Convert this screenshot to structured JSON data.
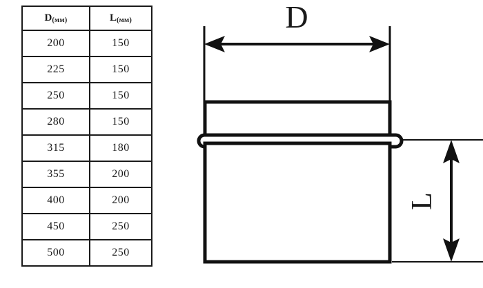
{
  "table": {
    "headers": [
      {
        "symbol": "D",
        "unit": "(мм)"
      },
      {
        "symbol": "L",
        "unit": "(мм)"
      }
    ],
    "rows": [
      {
        "d": "200",
        "l": "150"
      },
      {
        "d": "225",
        "l": "150"
      },
      {
        "d": "250",
        "l": "150"
      },
      {
        "d": "280",
        "l": "150"
      },
      {
        "d": "315",
        "l": "180"
      },
      {
        "d": "355",
        "l": "200"
      },
      {
        "d": "400",
        "l": "200"
      },
      {
        "d": "450",
        "l": "250"
      },
      {
        "d": "500",
        "l": "250"
      }
    ]
  },
  "drawing": {
    "dimension_d_label": "D",
    "dimension_l_label": "L",
    "line_color": "#111111",
    "background_color": "#ffffff"
  }
}
